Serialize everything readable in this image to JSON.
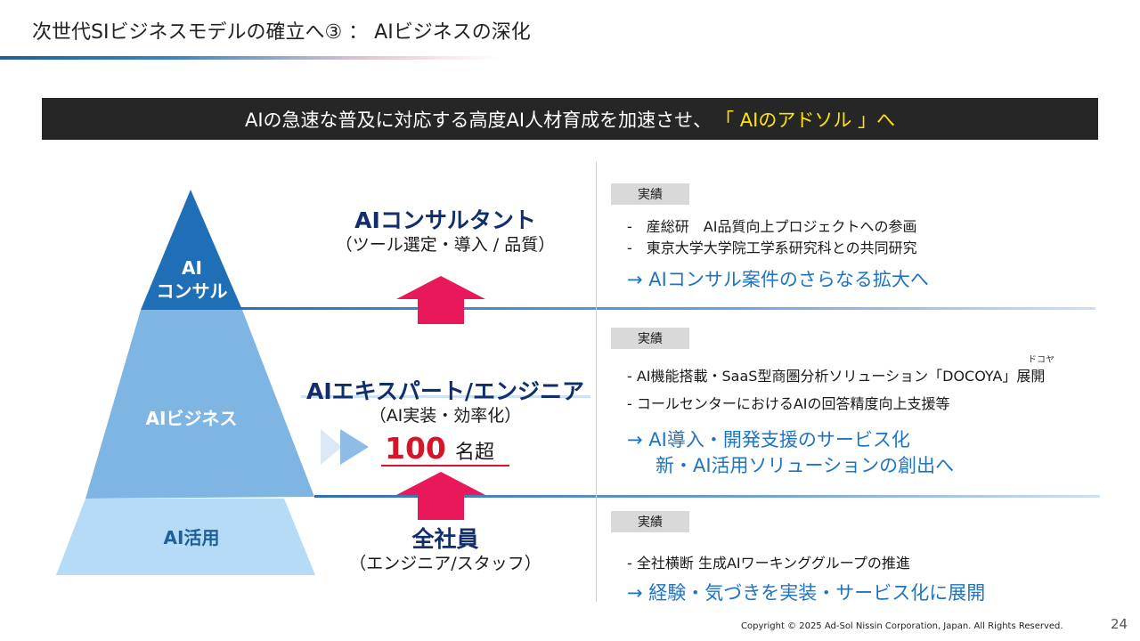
{
  "header": {
    "title": "次世代SIビジネスモデルの確立へ③ ： AIビジネスの深化"
  },
  "banner": {
    "text": "AIの急速な普及に対応する高度AI人材育成を加速させ、",
    "highlight": "「 AIのアドソル 」へ"
  },
  "pyramid": {
    "top_line1": "AI",
    "top_line2": "コンサル",
    "mid": "AIビジネス",
    "bottom": "AI活用",
    "colors": {
      "top": "#1e6fb5",
      "mid": "#7fb5e3",
      "bottom": "#b5dbf7"
    }
  },
  "roles": {
    "top": {
      "title": "AIコンサルタント",
      "sub": "（ツール選定・導入 / 品質）"
    },
    "mid": {
      "title": "AIエキスパート/エンジニア",
      "sub": "（AI実装・効率化）"
    },
    "bottom": {
      "title": "全社員",
      "sub": "（エンジニア/スタッフ）"
    }
  },
  "count": {
    "number": "100",
    "unit": "名超"
  },
  "results": {
    "tag": "実績",
    "top": {
      "bullets": [
        "-　産総研　AI品質向上プロジェクトへの参画",
        "-　東京大学大学院工学系研究科との共同研究"
      ],
      "outcome": "→ AIコンサル案件のさらなる拡大へ"
    },
    "mid": {
      "ruby": "ドコヤ",
      "bullets": [
        "- AI機能搭載・SaaS型商圏分析ソリューション「DOCOYA」展開",
        "- コールセンターにおけるAIの回答精度向上支援等"
      ],
      "outcome_line1": "→ AI導入・開発支援のサービス化",
      "outcome_line2": "新・AI活用ソリューションの創出へ"
    },
    "bottom": {
      "bullets": [
        "- 全社横断 生成AIワーキンググループの推進"
      ],
      "outcome": "→ 経験・気づきを実装・サービス化に展開"
    }
  },
  "colors": {
    "accent_red": "#d7152a",
    "accent_blue": "#1e74c4",
    "navy": "#0f2e6b",
    "banner_bg": "#262626",
    "highlight_yellow": "#ffe500"
  },
  "footer": {
    "copyright": "Copyright © 2025 Ad-Sol Nissin Corporation, Japan. All Rights Reserved.",
    "page": "24"
  }
}
